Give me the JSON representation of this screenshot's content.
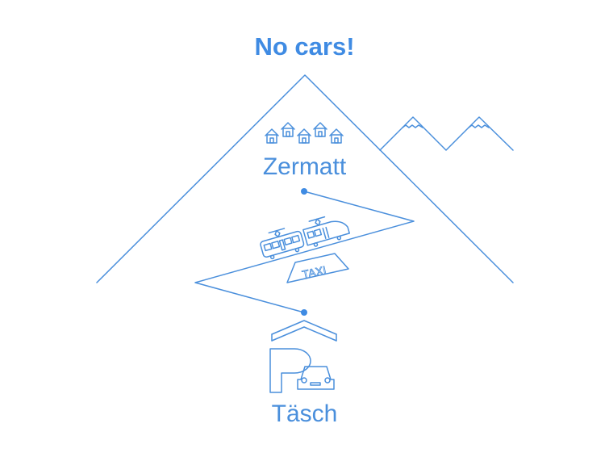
{
  "title": "No cars!",
  "destination": {
    "name": "Zermatt",
    "icon": "houses-icon"
  },
  "origin": {
    "name": "Täsch",
    "icon": "parking-car-icon"
  },
  "transport": {
    "train_icon": "train-icon",
    "taxi_label": "TAXI"
  },
  "colors": {
    "title": "#3f8be3",
    "line": "#4a8fdc",
    "text": "#4a8fdc"
  }
}
